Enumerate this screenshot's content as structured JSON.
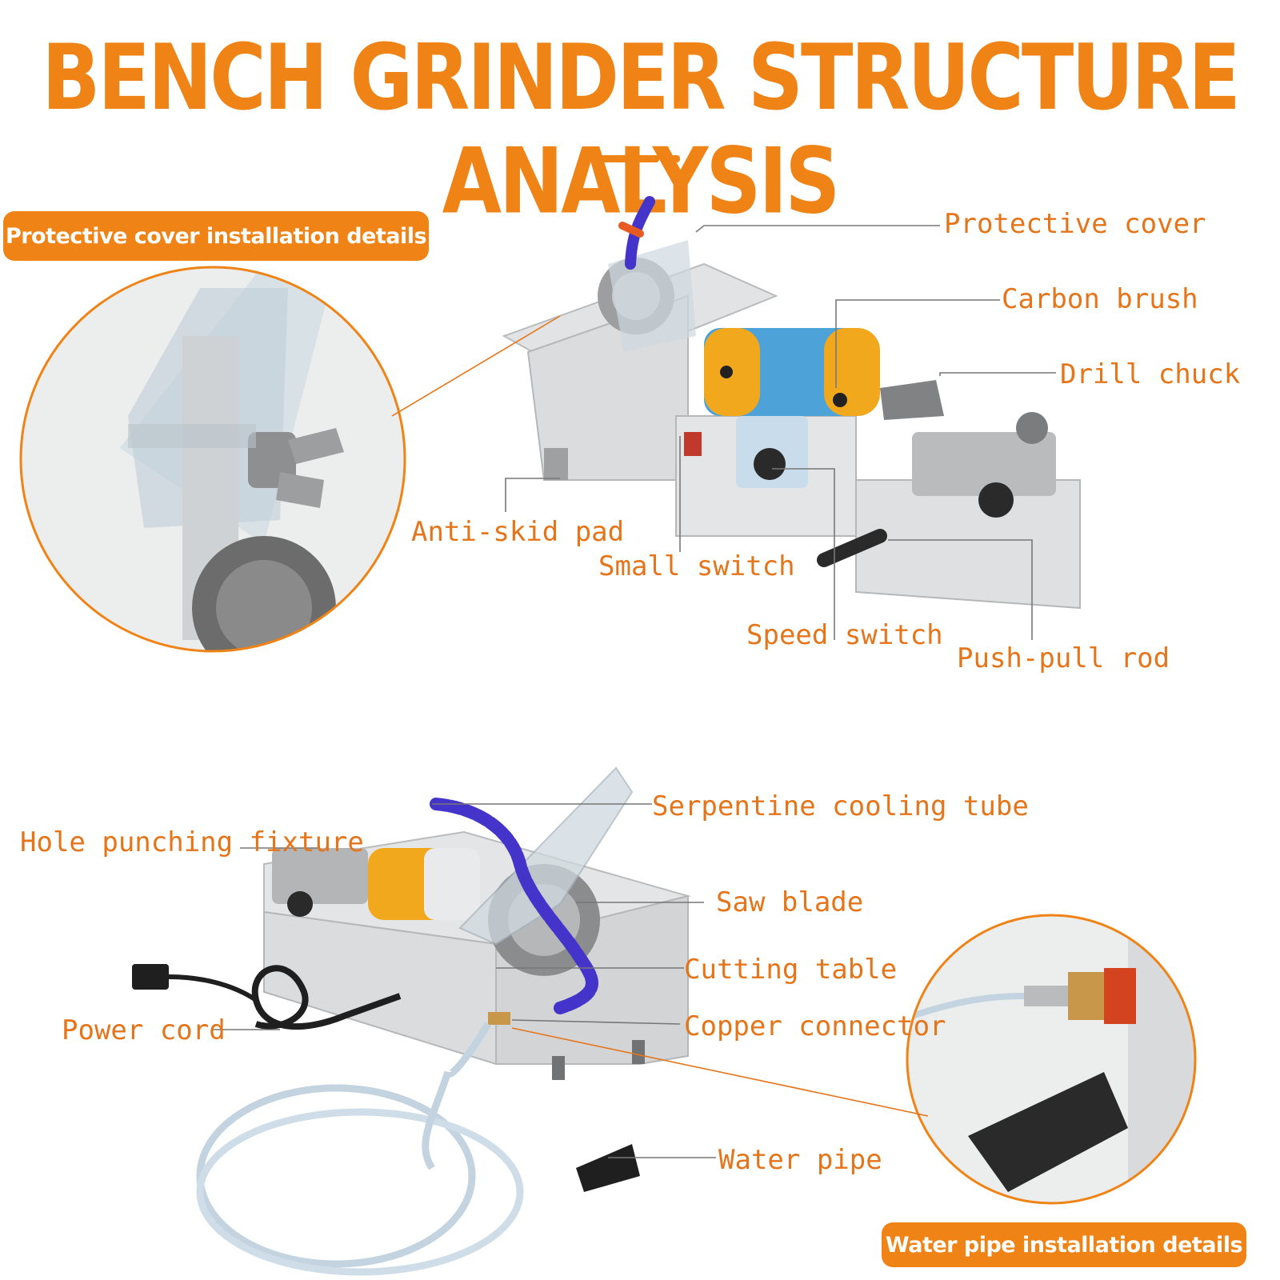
{
  "title": "BENCH GRINDER STRUCTURE ANALYSIS",
  "detail_badges": {
    "protective_cover": "Protective cover installation details",
    "water_pipe": "Water pipe installation details"
  },
  "top_callouts": {
    "protective_cover": "Protective cover",
    "carbon_brush": "Carbon brush",
    "drill_chuck": "Drill chuck",
    "anti_skid_pad": "Anti-skid pad",
    "small_switch": "Small switch",
    "speed_switch": "Speed switch",
    "push_pull_rod": "Push-pull rod"
  },
  "bottom_callouts": {
    "serpentine_cooling_tube": "Serpentine cooling tube",
    "hole_punching_fixture": "Hole punching fixture",
    "saw_blade": "Saw blade",
    "cutting_table": "Cutting table",
    "power_cord": "Power cord",
    "copper_connector": "Copper connector",
    "water_pipe": "Water pipe"
  },
  "colors": {
    "accent": "#f08316",
    "label_text": "#e5751b",
    "machine_gray": "#d6d8da",
    "motor_yellow": "#f2a81d",
    "cooling_tube_blue": "#4434c9"
  }
}
